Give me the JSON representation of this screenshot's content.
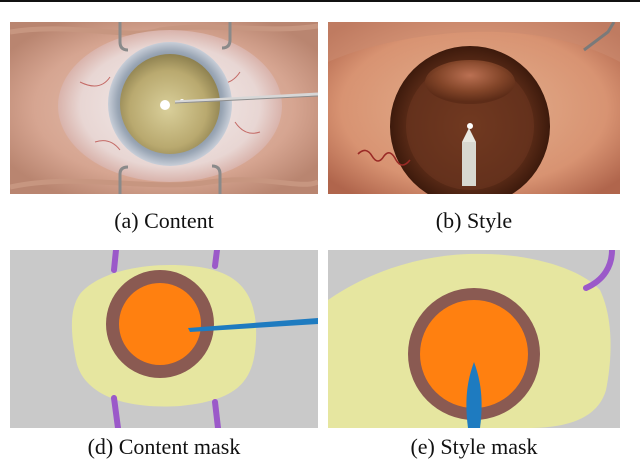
{
  "figure": {
    "panels": [
      {
        "id": "a",
        "caption": "(a) Content",
        "kind": "surgical photograph"
      },
      {
        "id": "b",
        "caption": "(b) Style",
        "kind": "surgical photograph"
      },
      {
        "id": "d",
        "caption": "(d) Content mask",
        "kind": "segmentation mask"
      },
      {
        "id": "e",
        "caption": "(e) Style mask",
        "kind": "segmentation mask"
      }
    ],
    "mask_colors": {
      "background": "#c9c9c9",
      "sclera": "#e6e6a0",
      "iris": "#8a5a52",
      "pupil": "#ff8010",
      "instrument": "#1e7bc0",
      "retractor": "#9b59c9"
    }
  }
}
